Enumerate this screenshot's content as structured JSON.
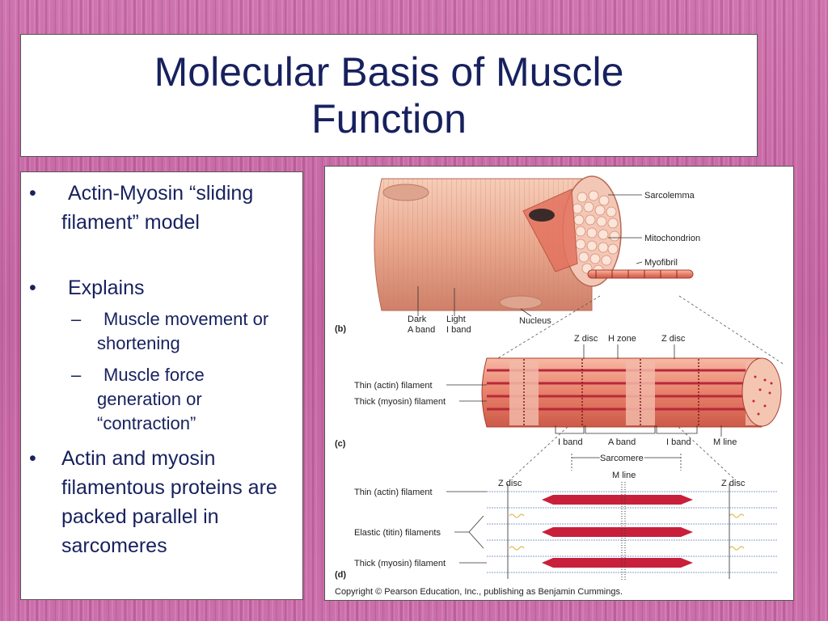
{
  "slide": {
    "title": "Molecular Basis of Muscle Function"
  },
  "bullets": [
    {
      "marker": "•",
      "text": "Actin-Myosin “sliding filament” model"
    },
    {
      "marker": "•",
      "text": "Explains"
    },
    {
      "marker": "–",
      "text": "Muscle movement or shortening"
    },
    {
      "marker": "–",
      "text": "Muscle force generation or “contraction”"
    },
    {
      "marker": "•",
      "text": "Actin and myosin filamentous proteins are packed parallel in sarcomeres"
    }
  ],
  "figure": {
    "panel_b": {
      "tag": "(b)",
      "sarcolemma": "Sarcolemma",
      "mitochondrion": "Mitochondrion",
      "myofibril": "Myofibril",
      "dark_1": "Dark",
      "dark_2": "A band",
      "light_1": "Light",
      "light_2": "I band",
      "nucleus": "Nucleus"
    },
    "panel_c": {
      "tag": "(c)",
      "z_disc_left": "Z disc",
      "h_zone": "H zone",
      "z_disc_right": "Z disc",
      "thin": "Thin (actin) filament",
      "thick": "Thick (myosin) filament",
      "i_band_left": "I band",
      "a_band": "A band",
      "i_band_right": "I band",
      "m_line": "M line",
      "sarcomere": "Sarcomere"
    },
    "panel_d": {
      "tag": "(d)",
      "m_line": "M line",
      "z_disc_left": "Z disc",
      "z_disc_right": "Z disc",
      "thin": "Thin (actin) filament",
      "elastic": "Elastic (titin) filaments",
      "thick": "Thick (myosin) filament"
    },
    "copyright": "Copyright © Pearson Education, Inc., publishing as Benjamin Cummings."
  },
  "colors": {
    "title_text": "#17215e",
    "body_text": "#17215e",
    "background": "#c86aa8",
    "muscle": "#e8a58c",
    "filament_red": "#c8203a"
  }
}
